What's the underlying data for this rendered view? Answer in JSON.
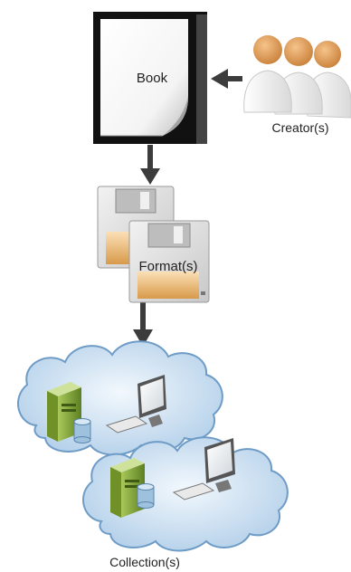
{
  "nodes": {
    "book": {
      "label": "Book",
      "icon": "book-icon"
    },
    "creators": {
      "label": "Creator(s)",
      "icon": "people-icon"
    },
    "formats": {
      "label": "Format(s)",
      "icon": "floppy-disk-icon"
    },
    "collections": {
      "label": "Collection(s)",
      "icon": "cloud-network-icon"
    }
  },
  "edges": [
    {
      "from": "creators",
      "to": "book"
    },
    {
      "from": "book",
      "to": "formats"
    },
    {
      "from": "formats",
      "to": "collections"
    }
  ],
  "colors": {
    "arrow": "#3c3c3c",
    "book_cover": "#111111",
    "cloud_fill": "#c7def0",
    "cloud_stroke": "#6e9cc6",
    "person_head": "#e0a060",
    "floppy_label": "#e3aa5e",
    "server": "#7fa43a"
  }
}
